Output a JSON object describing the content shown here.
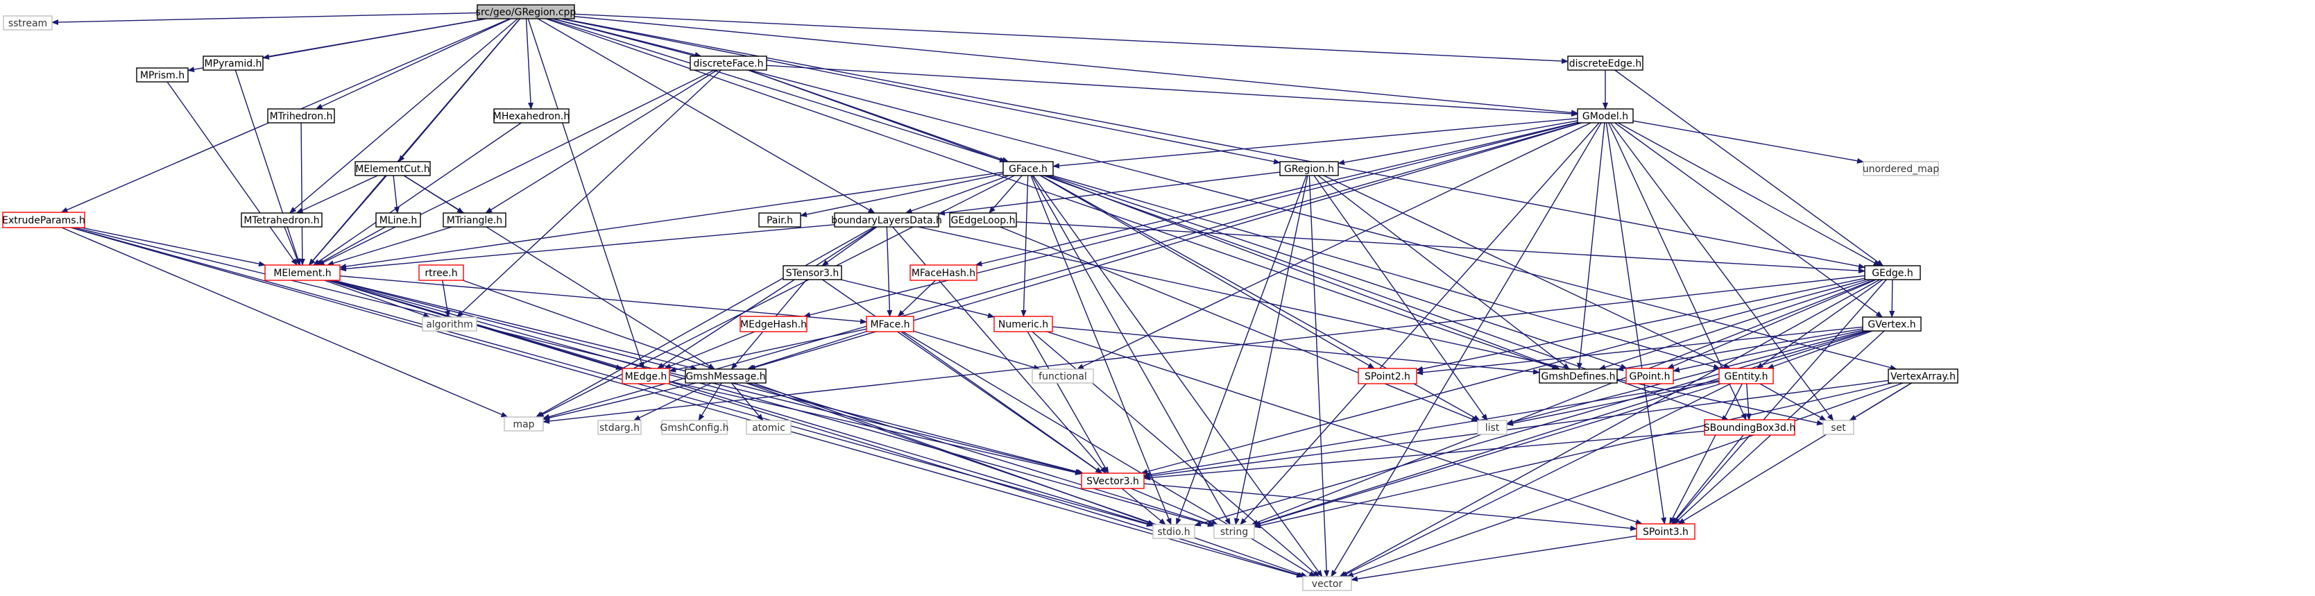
{
  "title": "",
  "colors": {
    "edge": "#191970",
    "root_fill": "#bfbfbf",
    "normal_border": "#000000",
    "truncated_border": "#ff0000",
    "system_border": "#bfbfbf",
    "label_text": "#000000",
    "system_text": "#333333"
  },
  "nodes": [
    {
      "id": "root",
      "label": "src/geo/GRegion.cpp",
      "style": "root"
    },
    {
      "id": "sstream",
      "label": "sstream",
      "style": "system"
    },
    {
      "id": "extrudeparams",
      "label": "ExtrudeParams.h",
      "style": "truncated"
    },
    {
      "id": "mprism",
      "label": "MPrism.h",
      "style": "normal"
    },
    {
      "id": "mpyramid",
      "label": "MPyramid.h",
      "style": "normal"
    },
    {
      "id": "mtrihedron",
      "label": "MTrihedron.h",
      "style": "normal"
    },
    {
      "id": "melementcut",
      "label": "MElementCut.h",
      "style": "normal"
    },
    {
      "id": "mhexahedron",
      "label": "MHexahedron.h",
      "style": "normal"
    },
    {
      "id": "discreteface",
      "label": "discreteFace.h",
      "style": "normal"
    },
    {
      "id": "discreteedge",
      "label": "discreteEdge.h",
      "style": "normal"
    },
    {
      "id": "vertexarray",
      "label": "VertexArray.h",
      "style": "normal"
    },
    {
      "id": "mtetrahedron",
      "label": "MTetrahedron.h",
      "style": "normal"
    },
    {
      "id": "mline",
      "label": "MLine.h",
      "style": "normal"
    },
    {
      "id": "mtriangle",
      "label": "MTriangle.h",
      "style": "normal"
    },
    {
      "id": "melement",
      "label": "MElement.h",
      "style": "truncated"
    },
    {
      "id": "rtree",
      "label": "rtree.h",
      "style": "truncated"
    },
    {
      "id": "algorithm",
      "label": "algorithm",
      "style": "system"
    },
    {
      "id": "gmodel",
      "label": "GModel.h",
      "style": "normal"
    },
    {
      "id": "gface",
      "label": "GFace.h",
      "style": "normal"
    },
    {
      "id": "gregion",
      "label": "GRegion.h",
      "style": "normal"
    },
    {
      "id": "unorderedmap",
      "label": "unordered_map",
      "style": "system"
    },
    {
      "id": "pair",
      "label": "Pair.h",
      "style": "normal"
    },
    {
      "id": "boundarylayers",
      "label": "boundaryLayersData.h",
      "style": "normal"
    },
    {
      "id": "gedgeloop",
      "label": "GEdgeLoop.h",
      "style": "normal"
    },
    {
      "id": "stensor3",
      "label": "STensor3.h",
      "style": "normal"
    },
    {
      "id": "mfacehash",
      "label": "MFaceHash.h",
      "style": "truncated"
    },
    {
      "id": "gedge",
      "label": "GEdge.h",
      "style": "normal"
    },
    {
      "id": "medgehash",
      "label": "MEdgeHash.h",
      "style": "truncated"
    },
    {
      "id": "mface",
      "label": "MFace.h",
      "style": "truncated"
    },
    {
      "id": "numeric",
      "label": "Numeric.h",
      "style": "truncated"
    },
    {
      "id": "gvertex",
      "label": "GVertex.h",
      "style": "normal"
    },
    {
      "id": "medge",
      "label": "MEdge.h",
      "style": "truncated"
    },
    {
      "id": "gmshmessage",
      "label": "GmshMessage.h",
      "style": "normal"
    },
    {
      "id": "functional",
      "label": "functional",
      "style": "system"
    },
    {
      "id": "spoint2",
      "label": "SPoint2.h",
      "style": "truncated"
    },
    {
      "id": "gmshdefines",
      "label": "GmshDefines.h",
      "style": "normal"
    },
    {
      "id": "gpoint",
      "label": "GPoint.h",
      "style": "truncated"
    },
    {
      "id": "gentity",
      "label": "GEntity.h",
      "style": "truncated"
    },
    {
      "id": "map",
      "label": "map",
      "style": "system"
    },
    {
      "id": "stdarg",
      "label": "stdarg.h",
      "style": "system"
    },
    {
      "id": "gmshconfig",
      "label": "GmshConfig.h",
      "style": "system"
    },
    {
      "id": "atomic",
      "label": "atomic",
      "style": "system"
    },
    {
      "id": "list",
      "label": "list",
      "style": "system"
    },
    {
      "id": "sboundingbox3d",
      "label": "SBoundingBox3d.h",
      "style": "truncated"
    },
    {
      "id": "set",
      "label": "set",
      "style": "system"
    },
    {
      "id": "svector3",
      "label": "SVector3.h",
      "style": "truncated"
    },
    {
      "id": "stdio",
      "label": "stdio.h",
      "style": "system"
    },
    {
      "id": "string",
      "label": "string",
      "style": "system"
    },
    {
      "id": "spoint3",
      "label": "SPoint3.h",
      "style": "truncated"
    },
    {
      "id": "vector",
      "label": "vector",
      "style": "system"
    }
  ],
  "edges": [
    [
      "root",
      "sstream"
    ],
    [
      "root",
      "extrudeparams"
    ],
    [
      "root",
      "mprism"
    ],
    [
      "root",
      "mpyramid"
    ],
    [
      "root",
      "mtrihedron"
    ],
    [
      "root",
      "melementcut"
    ],
    [
      "root",
      "mhexahedron"
    ],
    [
      "root",
      "discreteface"
    ],
    [
      "root",
      "discreteedge"
    ],
    [
      "root",
      "vertexarray"
    ],
    [
      "root",
      "mtetrahedron"
    ],
    [
      "root",
      "gmodel"
    ],
    [
      "root",
      "gface"
    ],
    [
      "root",
      "gregion"
    ],
    [
      "root",
      "boundarylayers"
    ],
    [
      "root",
      "gedge"
    ],
    [
      "root",
      "gmshdefines"
    ],
    [
      "root",
      "melement"
    ],
    [
      "root",
      "medge"
    ],
    [
      "extrudeparams",
      "melement"
    ],
    [
      "extrudeparams",
      "map"
    ],
    [
      "extrudeparams",
      "stdio"
    ],
    [
      "extrudeparams",
      "svector3"
    ],
    [
      "extrudeparams",
      "vector"
    ],
    [
      "mprism",
      "melement"
    ],
    [
      "mpyramid",
      "melement"
    ],
    [
      "mtrihedron",
      "melement"
    ],
    [
      "mhexahedron",
      "melement"
    ],
    [
      "melementcut",
      "mtetrahedron"
    ],
    [
      "melementcut",
      "mline"
    ],
    [
      "melementcut",
      "mtriangle"
    ],
    [
      "melementcut",
      "melement"
    ],
    [
      "melementcut",
      "gmshmessage"
    ],
    [
      "mtetrahedron",
      "melement"
    ],
    [
      "mline",
      "melement"
    ],
    [
      "mtriangle",
      "melement"
    ],
    [
      "discreteface",
      "gmodel"
    ],
    [
      "discreteface",
      "gface"
    ],
    [
      "discreteface",
      "mtriangle"
    ],
    [
      "discreteface",
      "melement"
    ],
    [
      "discreteface",
      "sboundingbox3d"
    ],
    [
      "discreteface",
      "algorithm"
    ],
    [
      "discreteedge",
      "gmodel"
    ],
    [
      "discreteedge",
      "gedge"
    ],
    [
      "vertexarray",
      "set"
    ],
    [
      "vertexarray",
      "svector3"
    ],
    [
      "vertexarray",
      "spoint3"
    ],
    [
      "vertexarray",
      "vector"
    ],
    [
      "vertexarray",
      "string"
    ],
    [
      "melement",
      "algorithm"
    ],
    [
      "melement",
      "medge"
    ],
    [
      "melement",
      "mface"
    ],
    [
      "melement",
      "gmshmessage"
    ],
    [
      "melement",
      "svector3"
    ],
    [
      "melement",
      "string"
    ],
    [
      "melement",
      "vector"
    ],
    [
      "melement",
      "stdio"
    ],
    [
      "rtree",
      "algorithm"
    ],
    [
      "rtree",
      "stdio"
    ],
    [
      "gmodel",
      "gface"
    ],
    [
      "gmodel",
      "gregion"
    ],
    [
      "gmodel",
      "gedge"
    ],
    [
      "gmodel",
      "gvertex"
    ],
    [
      "gmodel",
      "unorderedmap"
    ],
    [
      "gmodel",
      "mfacehash"
    ],
    [
      "gmodel",
      "medgehash"
    ],
    [
      "gmodel",
      "map"
    ],
    [
      "gmodel",
      "functional"
    ],
    [
      "gmodel",
      "set"
    ],
    [
      "gmodel",
      "string"
    ],
    [
      "gmodel",
      "spoint3"
    ],
    [
      "gmodel",
      "vector"
    ],
    [
      "gmodel",
      "gmshmessage"
    ],
    [
      "gmodel",
      "sboundingbox3d"
    ],
    [
      "gmodel",
      "gmshdefines"
    ],
    [
      "gface",
      "pair"
    ],
    [
      "gface",
      "boundarylayers"
    ],
    [
      "gface",
      "gedgeloop"
    ],
    [
      "gface",
      "gentity"
    ],
    [
      "gface",
      "gpoint"
    ],
    [
      "gface",
      "spoint2"
    ],
    [
      "gface",
      "numeric"
    ],
    [
      "gface",
      "list"
    ],
    [
      "gface",
      "string"
    ],
    [
      "gface",
      "gmshdefines"
    ],
    [
      "gface",
      "stdio"
    ],
    [
      "gface",
      "vector"
    ],
    [
      "gface",
      "map"
    ],
    [
      "gface",
      "melement"
    ],
    [
      "gregion",
      "gentity"
    ],
    [
      "gregion",
      "boundarylayers"
    ],
    [
      "gregion",
      "list"
    ],
    [
      "gregion",
      "string"
    ],
    [
      "gregion",
      "stdio"
    ],
    [
      "gregion",
      "vector"
    ],
    [
      "gregion",
      "gmshdefines"
    ],
    [
      "boundarylayers",
      "stensor3"
    ],
    [
      "boundarylayers",
      "mface"
    ],
    [
      "boundarylayers",
      "medge"
    ],
    [
      "boundarylayers",
      "set"
    ],
    [
      "boundarylayers",
      "map"
    ],
    [
      "boundarylayers",
      "svector3"
    ],
    [
      "boundarylayers",
      "melement"
    ],
    [
      "gedgeloop",
      "gedge"
    ],
    [
      "gedgeloop",
      "list"
    ],
    [
      "stensor3",
      "svector3"
    ],
    [
      "stensor3",
      "numeric"
    ],
    [
      "stensor3",
      "gmshmessage"
    ],
    [
      "mfacehash",
      "mface"
    ],
    [
      "medgehash",
      "medge"
    ],
    [
      "mface",
      "gmshmessage"
    ],
    [
      "mface",
      "medge"
    ],
    [
      "mface",
      "svector3"
    ],
    [
      "mface",
      "functional"
    ],
    [
      "mface",
      "vector"
    ],
    [
      "numeric",
      "svector3"
    ],
    [
      "numeric",
      "spoint3"
    ],
    [
      "numeric",
      "vector"
    ],
    [
      "numeric",
      "gmshdefines"
    ],
    [
      "gedge",
      "gvertex"
    ],
    [
      "gedge",
      "gentity"
    ],
    [
      "gedge",
      "spoint2"
    ],
    [
      "gedge",
      "gmshdefines"
    ],
    [
      "gedge",
      "gpoint"
    ],
    [
      "gedge",
      "svector3"
    ],
    [
      "gedge",
      "spoint3"
    ],
    [
      "gedge",
      "string"
    ],
    [
      "gedge",
      "vector"
    ],
    [
      "gedge",
      "map"
    ],
    [
      "gvertex",
      "gentity"
    ],
    [
      "gvertex",
      "gpoint"
    ],
    [
      "gvertex",
      "spoint2"
    ],
    [
      "gvertex",
      "gmshdefines"
    ],
    [
      "gvertex",
      "spoint3"
    ],
    [
      "gvertex",
      "list"
    ],
    [
      "gvertex",
      "string"
    ],
    [
      "gvertex",
      "stdio"
    ],
    [
      "medge",
      "svector3"
    ],
    [
      "gmshmessage",
      "map"
    ],
    [
      "gmshmessage",
      "stdarg"
    ],
    [
      "gmshmessage",
      "gmshconfig"
    ],
    [
      "gmshmessage",
      "atomic"
    ],
    [
      "gmshmessage",
      "string"
    ],
    [
      "gmshmessage",
      "vector"
    ],
    [
      "gentity",
      "list"
    ],
    [
      "gentity",
      "set"
    ],
    [
      "gentity",
      "sboundingbox3d"
    ],
    [
      "gentity",
      "svector3"
    ],
    [
      "gentity",
      "spoint3"
    ],
    [
      "gentity",
      "string"
    ],
    [
      "gentity",
      "vector"
    ],
    [
      "sboundingbox3d",
      "spoint3"
    ],
    [
      "sboundingbox3d",
      "svector3"
    ],
    [
      "svector3",
      "spoint3"
    ],
    [
      "svector3",
      "stdio"
    ],
    [
      "svector3",
      "string"
    ],
    [
      "spoint3",
      "vector"
    ]
  ]
}
